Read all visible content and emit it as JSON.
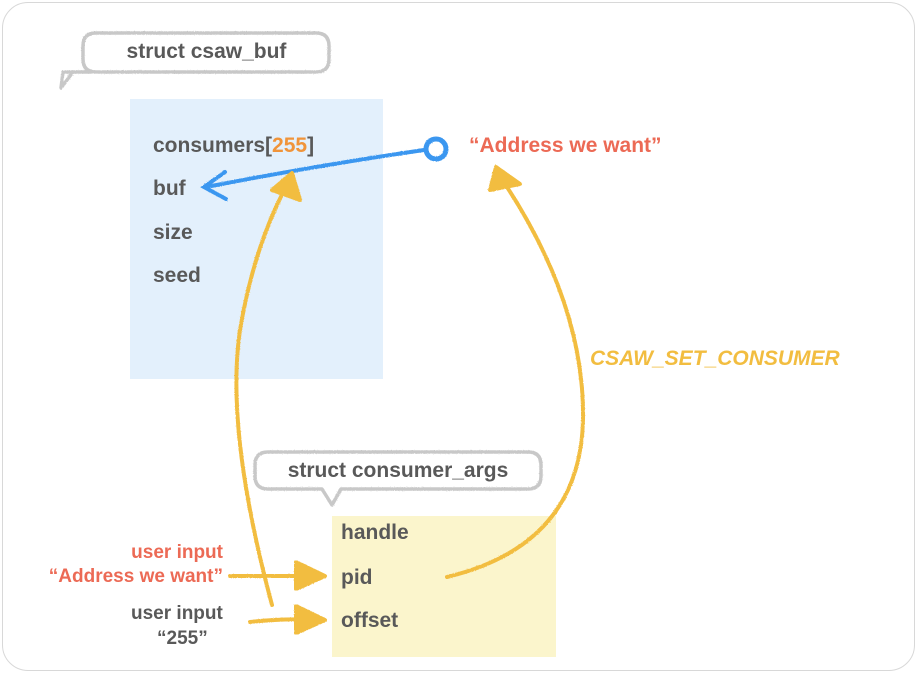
{
  "colors": {
    "struct_box_bg": "#e3f0fc",
    "args_box_bg": "#fbf5cc",
    "text": "#595959",
    "highlight": "#f0943a",
    "red_label": "#ec6a55",
    "gold_arrow": "#f2bd40",
    "blue_arrow": "#3a97f0",
    "bubble_outline": "#c8c8c8"
  },
  "csaw_buf": {
    "title": "struct csaw_buf",
    "fields": {
      "consumers_prefix": "consumers[",
      "consumers_index": "255",
      "consumers_suffix": "]",
      "buf": "buf",
      "size": "size",
      "seed": "seed"
    }
  },
  "target_label": "“Address we want”",
  "ioctl_label": "CSAW_SET_CONSUMER",
  "consumer_args": {
    "title": "struct consumer_args",
    "fields": [
      "handle",
      "pid",
      "offset"
    ]
  },
  "inputs": [
    {
      "line1": "user input",
      "line2": "“Address we want”",
      "target_field": "pid"
    },
    {
      "line1": "user input",
      "line2": "“255”",
      "target_field": "offset"
    }
  ]
}
